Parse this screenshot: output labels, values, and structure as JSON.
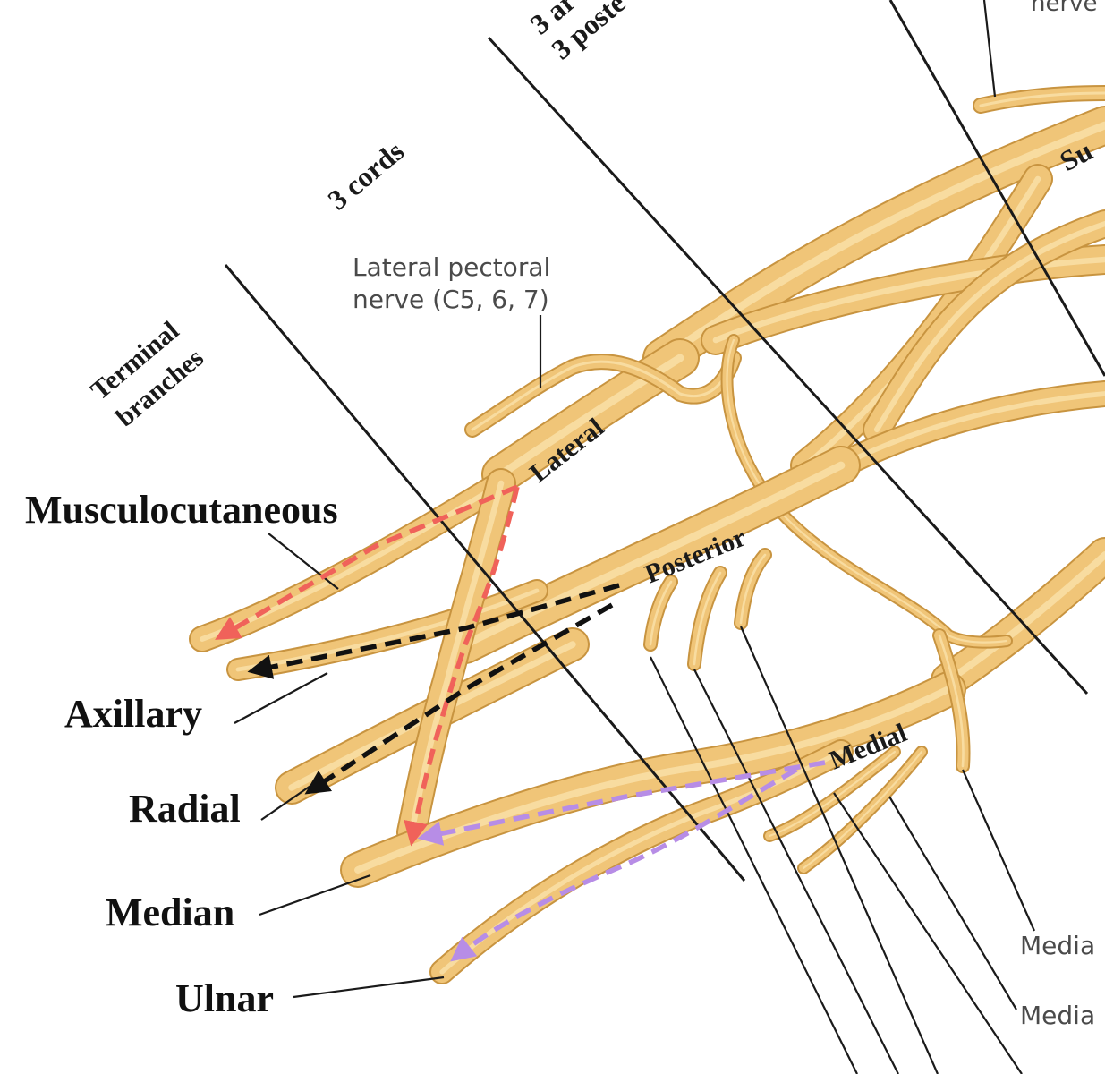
{
  "header_labels": {
    "top_partial_1": "3 ar",
    "top_partial_2": "3 poste",
    "top_right_partial": "nerve",
    "cords": "3 cords",
    "terminal_line1": "Terminal",
    "terminal_line2": "branches",
    "lateral_pectoral_line1": "Lateral pectoral",
    "lateral_pectoral_line2": "nerve (C5, 6, 7)",
    "suprascapular_partial": "Su"
  },
  "cords": {
    "lateral": "Lateral",
    "posterior": "Posterior",
    "medial": "Medial"
  },
  "terminal_branches": {
    "musculocutaneous": "Musculocutaneous",
    "axillary": "Axillary",
    "radial": "Radial",
    "median": "Median",
    "ulnar": "Ulnar"
  },
  "right_labels": {
    "media_1": "Media",
    "media_2": "Media"
  },
  "colors": {
    "nerve_fill": "#f0c578",
    "nerve_edge": "#c89440",
    "nerve_highlight": "#fbe3ae",
    "lateral_arrow": "#f0625a",
    "posterior_arrow": "#111111",
    "medial_arrow": "#b78de6"
  }
}
